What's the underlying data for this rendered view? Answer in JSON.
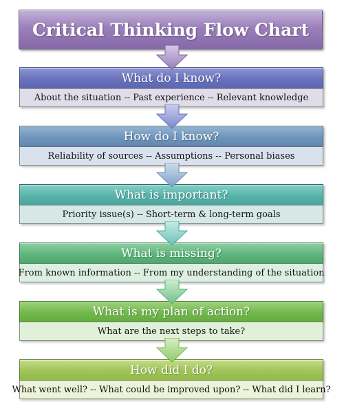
{
  "title": "Critical Thinking Flow Chart",
  "steps": [
    {
      "question": "What do I know?",
      "details": "About the situation -- Past experience -- Relevant knowledge",
      "color": "#6a73bd"
    },
    {
      "question": "How do I know?",
      "details": "Reliability of sources -- Assumptions -- Personal biases",
      "color": "#6f95bb"
    },
    {
      "question": "What is important?",
      "details": "Priority issue(s) -- Short-term & long-term goals",
      "color": "#58b3aa"
    },
    {
      "question": "What is missing?",
      "details": "From known information -- From my understanding of the situation",
      "color": "#5fb57c"
    },
    {
      "question": "What is my plan of action?",
      "details": "What are the next steps to take?",
      "color": "#74b94e"
    },
    {
      "question": "How did I do?",
      "details": "What went well? -- What could be improved upon? -- What did I learn?",
      "color": "#a0c45a"
    }
  ]
}
